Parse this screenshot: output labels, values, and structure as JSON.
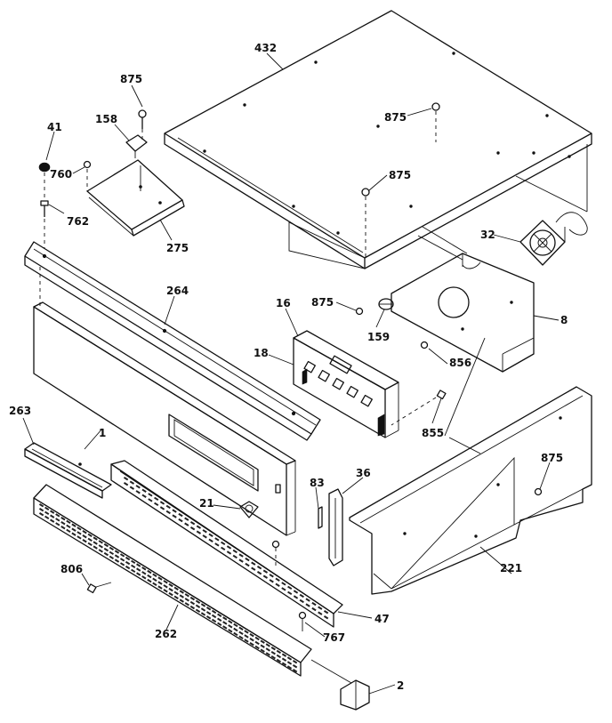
{
  "diagram": {
    "callouts": [
      {
        "id": "c-432",
        "text": "432"
      },
      {
        "id": "c-875a",
        "text": "875"
      },
      {
        "id": "c-158",
        "text": "158"
      },
      {
        "id": "c-875b",
        "text": "875"
      },
      {
        "id": "c-41",
        "text": "41"
      },
      {
        "id": "c-760",
        "text": "760"
      },
      {
        "id": "c-875c",
        "text": "875"
      },
      {
        "id": "c-762",
        "text": "762"
      },
      {
        "id": "c-275",
        "text": "275"
      },
      {
        "id": "c-32",
        "text": "32"
      },
      {
        "id": "c-264",
        "text": "264"
      },
      {
        "id": "c-16",
        "text": "16"
      },
      {
        "id": "c-875d",
        "text": "875"
      },
      {
        "id": "c-8",
        "text": "8"
      },
      {
        "id": "c-159",
        "text": "159"
      },
      {
        "id": "c-18",
        "text": "18"
      },
      {
        "id": "c-856",
        "text": "856"
      },
      {
        "id": "c-855",
        "text": "855"
      },
      {
        "id": "c-263",
        "text": "263"
      },
      {
        "id": "c-1",
        "text": "1"
      },
      {
        "id": "c-36",
        "text": "36"
      },
      {
        "id": "c-875e",
        "text": "875"
      },
      {
        "id": "c-83",
        "text": "83"
      },
      {
        "id": "c-21",
        "text": "21"
      },
      {
        "id": "c-221",
        "text": "221"
      },
      {
        "id": "c-806",
        "text": "806"
      },
      {
        "id": "c-47",
        "text": "47"
      },
      {
        "id": "c-262",
        "text": "262"
      },
      {
        "id": "c-767",
        "text": "767"
      },
      {
        "id": "c-2",
        "text": "2"
      }
    ]
  }
}
